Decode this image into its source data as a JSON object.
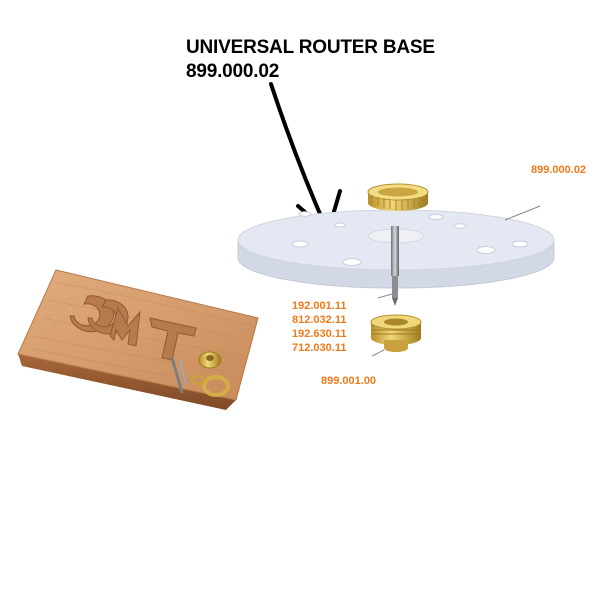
{
  "title": {
    "line1": "UNIVERSAL ROUTER BASE",
    "line2": "899.000.02"
  },
  "part_labels": {
    "base": "899.000.02",
    "bit_1": "192.001.11",
    "bit_2": "812.032.11",
    "bit_3": "192.630.11",
    "bit_4": "712.030.11",
    "guide_bushing": "899.001.00"
  },
  "colors": {
    "label_orange": "#f07a1a",
    "acrylic": "#e4e8f2",
    "brass": "#d9b64a",
    "wood": "#d39a6a"
  },
  "sample_board": {
    "engraved_text": "CMT"
  }
}
